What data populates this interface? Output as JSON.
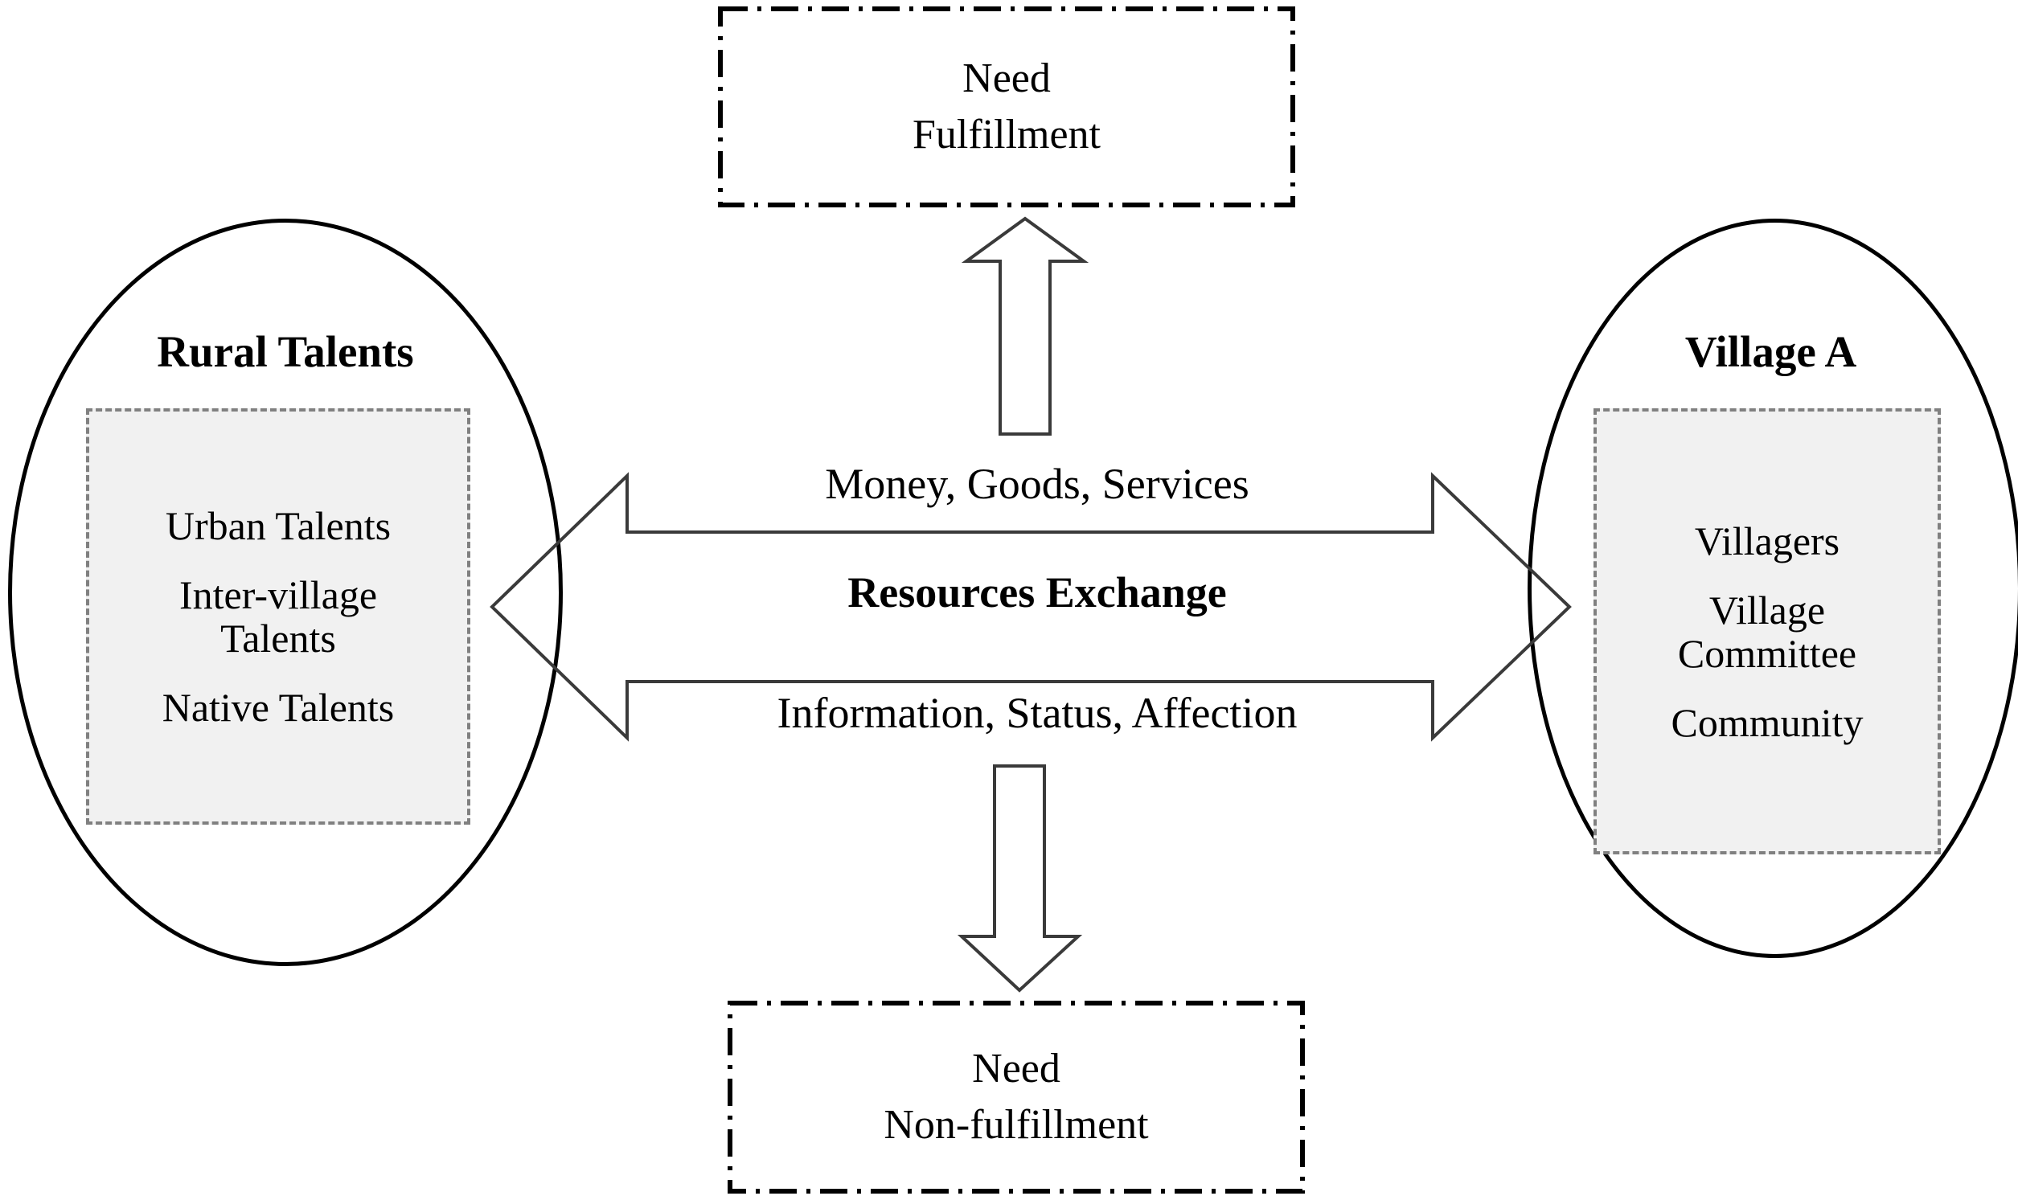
{
  "diagram": {
    "left_entity": {
      "title": "Rural Talents",
      "members": [
        {
          "lines": [
            "Urban Talents"
          ]
        },
        {
          "lines": [
            "Inter-village",
            "Talents"
          ]
        },
        {
          "lines": [
            "Native Talents"
          ]
        }
      ]
    },
    "right_entity": {
      "title": "Village A",
      "members": [
        {
          "lines": [
            "Villagers"
          ]
        },
        {
          "lines": [
            "Village",
            "Committee"
          ]
        },
        {
          "lines": [
            "Community"
          ]
        }
      ]
    },
    "center": {
      "top_flow_label": "Money, Goods, Services",
      "exchange_label": "Resources Exchange",
      "bottom_flow_label": "Information, Status, Affection"
    },
    "outcomes": {
      "top": {
        "lines": [
          "Need",
          "Fulfillment"
        ]
      },
      "bottom": {
        "lines": [
          "Need",
          "Non-fulfillment"
        ]
      }
    },
    "colors": {
      "outline": "#000000",
      "dashed_border": "#808080",
      "member_fill": "#f1f1f1",
      "arrow_stroke": "#3a3a3a",
      "background": "#ffffff"
    },
    "icons": {
      "up_arrow": "up-arrow-icon",
      "down_arrow": "down-arrow-icon",
      "right_arrow": "right-arrow-icon",
      "left_arrow": "left-arrow-icon"
    }
  }
}
